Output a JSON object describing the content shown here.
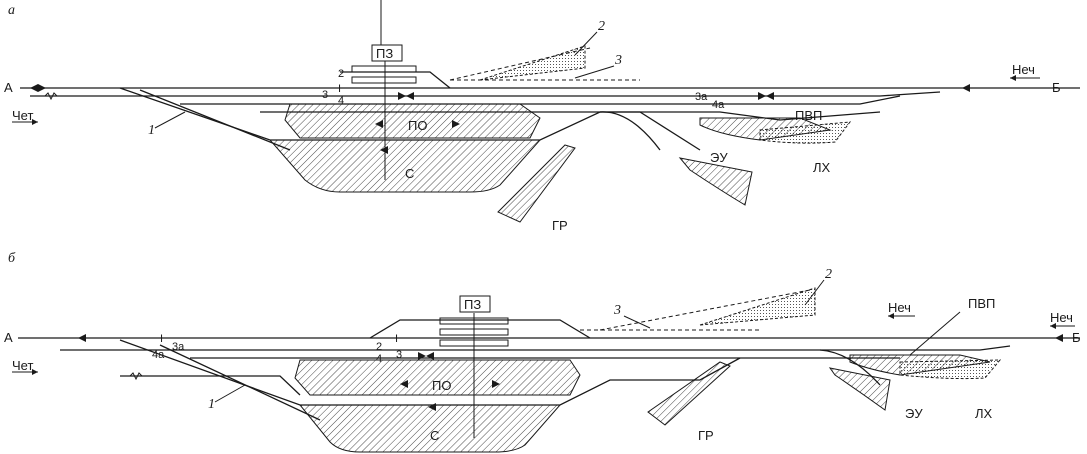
{
  "diagram_a": {
    "panel": "а",
    "end_left": "А",
    "end_right": "Б",
    "dir_left": "Чет",
    "dir_right": "Неч",
    "building": "ПЗ",
    "park_po": "ПО",
    "park_s": "С",
    "park_gr": "ГР",
    "park_pvp": "ПВП",
    "park_eu": "ЭУ",
    "park_lx": "ЛХ",
    "track_i": "I",
    "track_2": "2",
    "track_3": "3",
    "track_4": "4",
    "track_3a": "3а",
    "track_4a": "4а",
    "callout_1": "1",
    "callout_2": "2",
    "callout_3": "3"
  },
  "diagram_b": {
    "panel": "б",
    "end_left": "А",
    "end_right": "Б",
    "dir_left": "Чет",
    "dir_right": "Неч",
    "dir_mid": "Неч",
    "building": "ПЗ",
    "park_po": "ПО",
    "park_s": "С",
    "park_gr": "ГР",
    "park_pvp": "ПВП",
    "park_eu": "ЭУ",
    "park_lx": "ЛХ",
    "track_i_left": "I",
    "track_i_mid": "I",
    "track_3a": "3а",
    "track_4a": "4а",
    "track_2": "2",
    "track_4": "4",
    "track_3": "3",
    "callout_1": "1",
    "callout_2": "2",
    "callout_3": "3"
  }
}
